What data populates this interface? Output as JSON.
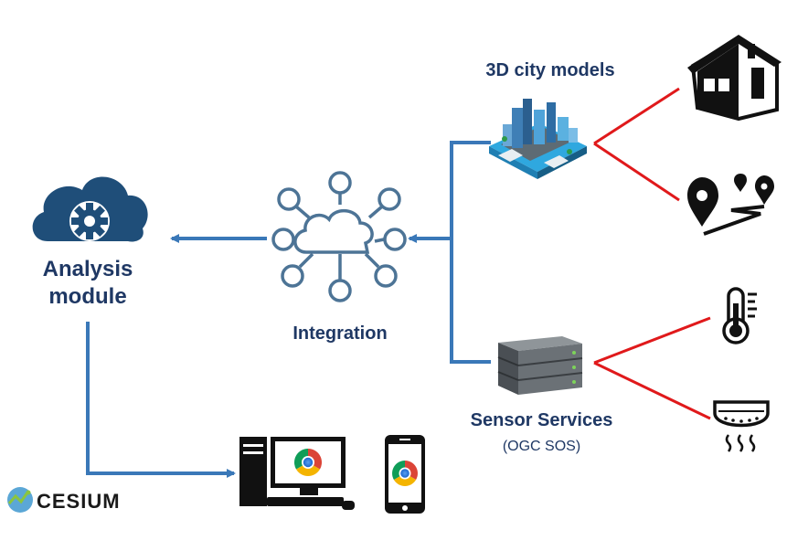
{
  "nodes": {
    "city_models": {
      "label": "3D city models"
    },
    "analysis": {
      "label_line1": "Analysis",
      "label_line2": "module"
    },
    "integration": {
      "label": "Integration"
    },
    "sensor": {
      "label": "Sensor Services",
      "sublabel": "(OGC SOS)"
    },
    "cesium": {
      "label": "CESIUM"
    }
  },
  "colors": {
    "connector": "#3a78b8",
    "source_link": "#e0191b",
    "label_text": "#1f3864",
    "icon_blue": "#1f4e79"
  },
  "icons": [
    "house-icon",
    "route-pins-icon",
    "thermometer-icon",
    "smoke-detector-icon",
    "city-model-icon",
    "server-rack-icon",
    "cloud-gear-icon",
    "cloud-network-icon",
    "desktop-computer-icon",
    "smartphone-icon",
    "browser-logo-icon",
    "cesium-logo"
  ]
}
